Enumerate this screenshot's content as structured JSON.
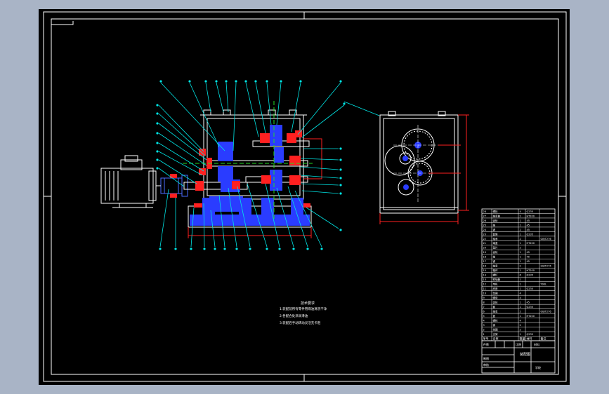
{
  "colors": {
    "background": "#a9b4c6",
    "sheet": "#000000",
    "frame": "#ffffff",
    "leader": "#00e5e5",
    "part_line": "#ffffff",
    "section_red": "#ff2020",
    "section_blue": "#2a3cff",
    "center_green": "#22dd22",
    "dimension": "#ff2020"
  },
  "icons": {
    "motor": "motor-icon",
    "coupling": "coupling-icon",
    "gear": "gear-icon",
    "bearing": "bearing-icon"
  },
  "drawing": {
    "views": [
      "front-section-view",
      "side-view"
    ],
    "balloon_count": 46
  },
  "notes": {
    "title": "技术要求",
    "lines": [
      "1.装配前所有零件用煤油清洗干净",
      "2.各配合处涂润滑油",
      "3.装配后手动转动灵活无卡阻"
    ]
  },
  "title_block": {
    "drawing_name": "装配图",
    "label_count": "件数",
    "label_scale": "比例",
    "label_drawn": "制图",
    "label_checked": "审核",
    "label_material": "材料",
    "label_school": "学校"
  },
  "parts_list": {
    "headers": [
      "序号",
      "名称",
      "数量",
      "材料",
      "备注"
    ],
    "rows": [
      [
        "28",
        "螺栓",
        "4",
        "Q235",
        ""
      ],
      [
        "27",
        "轴承盖",
        "2",
        "HT200",
        ""
      ],
      [
        "26",
        "齿轮",
        "1",
        "45",
        ""
      ],
      [
        "25",
        "轴",
        "1",
        "45",
        ""
      ],
      [
        "24",
        "键",
        "2",
        "45",
        ""
      ],
      [
        "23",
        "套筒",
        "1",
        "Q235",
        ""
      ],
      [
        "22",
        "轴承",
        "2",
        "",
        "GB/T276"
      ],
      [
        "21",
        "端盖",
        "1",
        "HT200",
        ""
      ],
      [
        "20",
        "垫片",
        "2",
        "",
        ""
      ],
      [
        "19",
        "齿轮",
        "1",
        "45",
        ""
      ],
      [
        "18",
        "轴",
        "1",
        "45",
        ""
      ],
      [
        "17",
        "键",
        "1",
        "45",
        ""
      ],
      [
        "16",
        "轴承",
        "2",
        "",
        "GB/T276"
      ],
      [
        "15",
        "箱体",
        "1",
        "HT200",
        ""
      ],
      [
        "14",
        "螺钉",
        "6",
        "Q235",
        ""
      ],
      [
        "13",
        "联轴器",
        "1",
        "",
        ""
      ],
      [
        "12",
        "电机",
        "1",
        "",
        "Y90L"
      ],
      [
        "11",
        "底座",
        "1",
        "Q235",
        ""
      ],
      [
        "10",
        "垫圈",
        "4",
        "",
        ""
      ],
      [
        "9",
        "螺母",
        "4",
        "",
        ""
      ],
      [
        "8",
        "齿轮",
        "1",
        "45",
        ""
      ],
      [
        "7",
        "套",
        "1",
        "Q235",
        ""
      ],
      [
        "6",
        "轴承",
        "2",
        "",
        "GB/T276"
      ],
      [
        "5",
        "盖",
        "1",
        "HT200",
        ""
      ],
      [
        "4",
        "螺栓",
        "4",
        "",
        ""
      ],
      [
        "3",
        "销",
        "2",
        "",
        ""
      ],
      [
        "2",
        "挡圈",
        "2",
        "",
        ""
      ],
      [
        "1",
        "支架",
        "1",
        "Q235",
        ""
      ]
    ]
  }
}
